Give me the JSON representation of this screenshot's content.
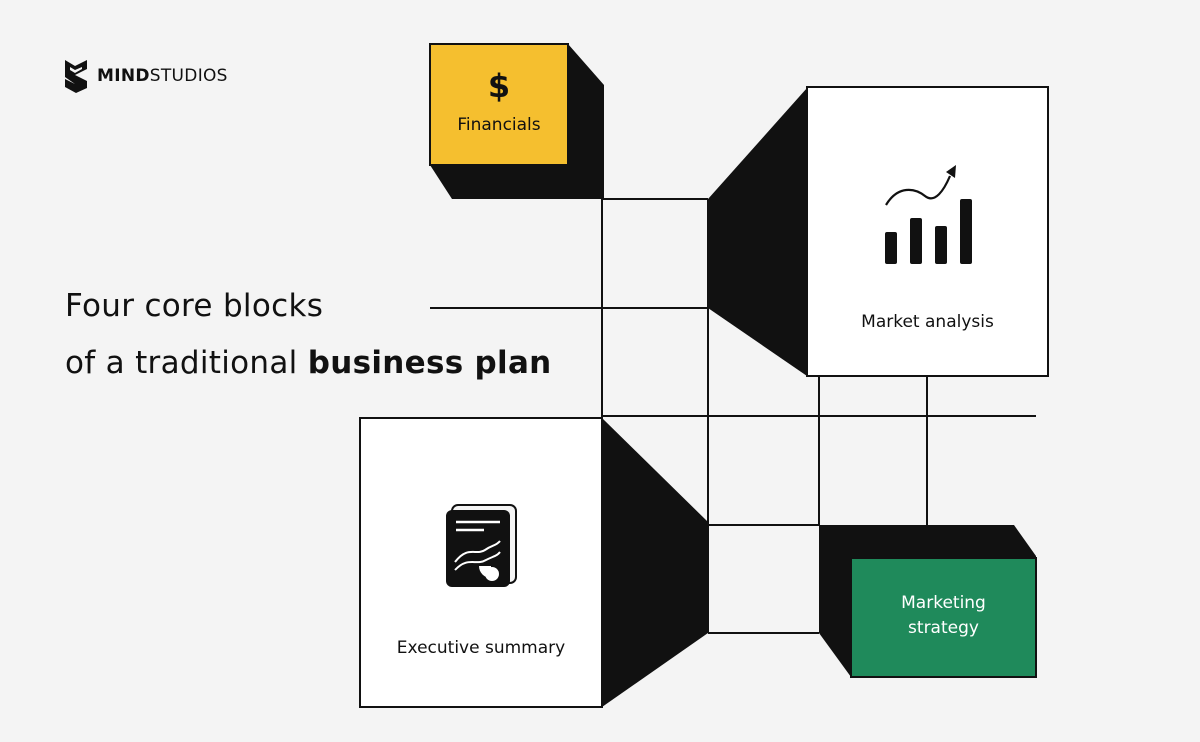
{
  "logo": {
    "part1": "MIND",
    "part2": "STUDIOS"
  },
  "headline": {
    "line1": "Four core blocks",
    "line2_regular": "of a traditional ",
    "line2_bold": "business plan"
  },
  "blocks": {
    "financials": {
      "label": "Financials",
      "symbol": "$",
      "color": "#f5bf2f"
    },
    "market_analysis": {
      "label": "Market analysis",
      "color": "#ffffff"
    },
    "executive_summary": {
      "label": "Executive summary",
      "color": "#ffffff"
    },
    "marketing_strategy": {
      "label": "Marketing\nstrategy",
      "color": "#1f8a5b"
    }
  },
  "colors": {
    "background": "#f4f4f4",
    "ink": "#111111"
  }
}
